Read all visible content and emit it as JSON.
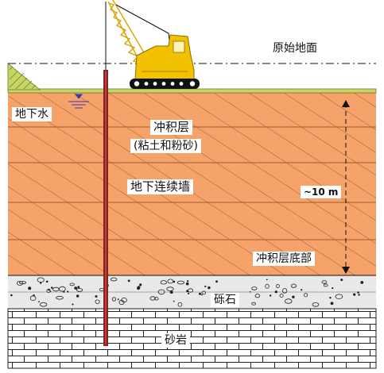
{
  "labels": {
    "original_ground": "原始地面",
    "groundwater": "地下水",
    "alluvium": "冲积层",
    "alluvium_detail": "(粘土和粉砂)",
    "diaphragm_wall": "地下连续墙",
    "depth": "~10 m",
    "alluvium_bottom": "冲积层底部",
    "gravel": "砾石",
    "sandstone": "砂岩"
  },
  "colors": {
    "alluvium": "#f5a36a",
    "hatch": "#a4582e",
    "gravel_band": "#e9e9e9",
    "sandstone": "#ffffff",
    "crane": "#f2c200",
    "ground_surface": "#c8d468",
    "wall": "#8a2020",
    "groundwater": "#3a3ab0"
  },
  "icons": [
    "crawler-crane-icon",
    "water-level-icon",
    "dimension-arrow-icon"
  ]
}
